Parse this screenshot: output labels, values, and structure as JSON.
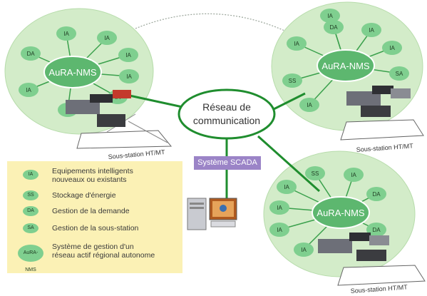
{
  "network": {
    "label_line1": "Réseau de",
    "label_line2": "communication"
  },
  "clusters": [
    {
      "hub": "AuRA-NMS",
      "nodes": [
        "DA",
        "IA",
        "IA",
        "IA",
        "IA",
        "IA",
        "IA",
        "IA"
      ],
      "substation": ""
    },
    {
      "hub": "AuRA-NMS",
      "nodes": [
        "DA",
        "IA",
        "IA",
        "SS",
        "IA",
        "IA",
        "SA",
        "IA"
      ],
      "substation": "Sous-station HT/MT"
    },
    {
      "hub": "AuRA-NMS",
      "nodes": [
        "SS",
        "IA",
        "IA",
        "IA",
        "DA",
        "IA",
        "DA",
        "IA"
      ],
      "substation": "Sous-station HT/MT"
    }
  ],
  "substation_left": "Sous-station HT/MT",
  "scada": {
    "label": "Système SCADA"
  },
  "legend": [
    {
      "icon": "IA",
      "text": "Equipements intelligents\nnouveaux ou existants"
    },
    {
      "icon": "SS",
      "text": "Stockage d'énergie"
    },
    {
      "icon": "DA",
      "text": "Gestion de la demande"
    },
    {
      "icon": "SA",
      "text": "Gestion de la sous-station"
    },
    {
      "icon": "AuRA-NMS",
      "text": "Système de gestion d'un\nréseau actif régional autonome"
    }
  ],
  "colors": {
    "cloud": "#d3ecc9",
    "node": "#7fcf8f",
    "hub": "#5db76f",
    "link": "#1f8d2e"
  }
}
